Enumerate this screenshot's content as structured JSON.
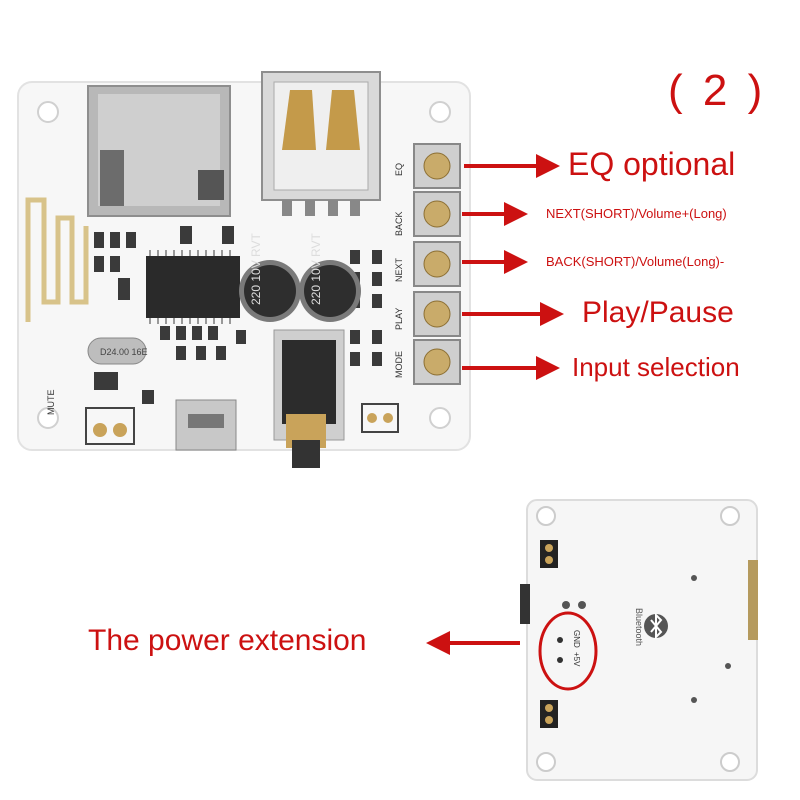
{
  "panel_number": "( 2 )",
  "labels": {
    "eq": "EQ  optional",
    "next": "NEXT(SHORT)/Volume+(Long)",
    "back": "BACK(SHORT)/Volume(Long)-",
    "play": "Play/Pause",
    "input": "Input selection",
    "power": "The power extension"
  },
  "board_silkscreen": {
    "button_eq": "EQ",
    "button_back": "BACK",
    "button_next": "NEXT",
    "button_play": "PLAY",
    "button_mode": "MODE",
    "capacitor_1": "220 10V RVT",
    "capacitor_2": "220 10V RVT",
    "crystal": "D24.00 16E",
    "mute": "MUTE"
  },
  "back_board_silkscreen": {
    "bluetooth": "Bluetooth",
    "pin_gnd": "GND",
    "pin_5v": "+5V"
  },
  "colors": {
    "accent": "#cc1111",
    "board": "#f7f7f7",
    "metal": "#a9a9a9"
  }
}
